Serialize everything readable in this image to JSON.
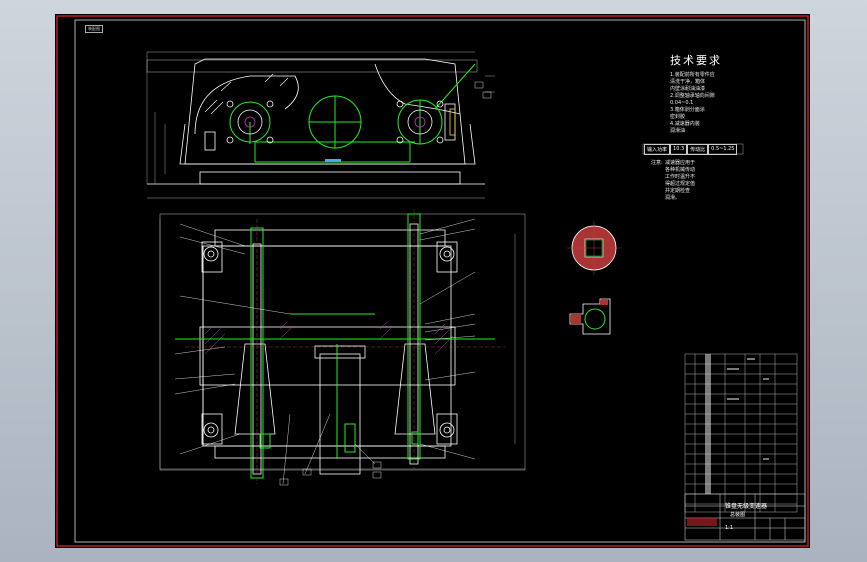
{
  "sheet": {
    "id_tag": "装配图"
  },
  "tech": {
    "title": "技术要求",
    "body": "1.装配前所有零件应\n清洗干净，箱体\n内壁涂耐油油漆\n2.调整轴承轴向间隙\n0.04~0.1\n3.箱体剥分面涂\n密封胶\n4.减速器内装\n润滑油",
    "params": [
      "输入功率",
      "10.3",
      "传动比",
      "0.5~1.25"
    ],
    "note_label": "注意:",
    "note_body": "减速器应用于\n各种机械传动\n工作时温升不\n得超过规定值\n并定期检查\n润滑。"
  },
  "title_block": {
    "name": "锥盘无级变速器",
    "number": "总装图",
    "scale": "1:1"
  }
}
